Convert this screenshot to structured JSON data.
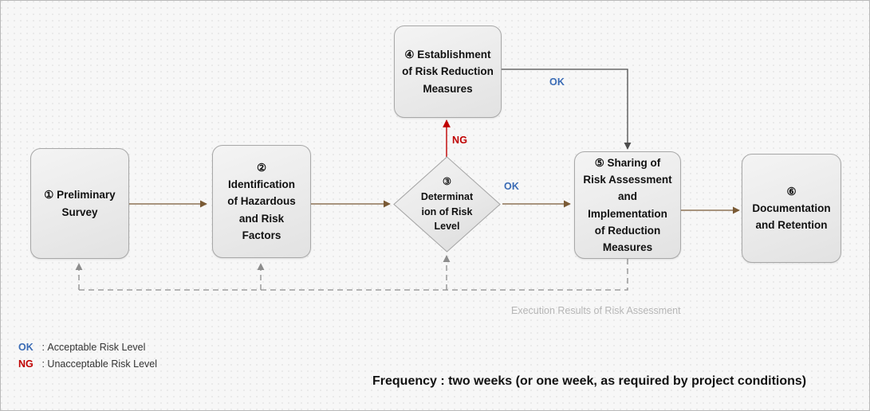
{
  "diagram": {
    "title": "Risk Assessment Process Flowchart",
    "colors": {
      "solid_arrow": "#7a5a35",
      "ok_line": "#4d4d4d",
      "ng_arrow": "#c00000",
      "dashed_feedback": "#8c8c8c",
      "ok_label": "#3a6bb5",
      "ng_label": "#c00000",
      "node_border": "#a8a8a8",
      "caption_gray": "#b6b6b6"
    },
    "nodes": [
      {
        "id": "node-1",
        "name": "preliminary-survey",
        "label": "① Preliminary\nSurvey",
        "shape": "rounded-rect"
      },
      {
        "id": "node-2",
        "name": "identification-of-hazardous-and-risk-factors",
        "label": "②\nIdentification\nof Hazardous\nand Risk\nFactors",
        "shape": "rounded-rect"
      },
      {
        "id": "node-3",
        "name": "determination-of-risk-level",
        "label": "③\nDeterminat\nion of Risk\nLevel",
        "shape": "diamond"
      },
      {
        "id": "node-4",
        "name": "establishment-of-risk-reduction-measures",
        "label": "④ Establishment\nof Risk Reduction\nMeasures",
        "shape": "rounded-rect"
      },
      {
        "id": "node-5",
        "name": "sharing-of-risk-assessment-and-implementation-of-reduction-measures",
        "label": "⑤ Sharing of\nRisk Assessment\nand\nImplementation\nof Reduction\nMeasures",
        "shape": "rounded-rect"
      },
      {
        "id": "node-6",
        "name": "documentation-and-retention",
        "label": "⑥\nDocumentation\nand Retention",
        "shape": "rounded-rect"
      }
    ],
    "edge_labels": {
      "ok_decision": "OK",
      "ng_decision": "NG",
      "ok_reduction": "OK"
    },
    "feedback_caption": "Execution Results of Risk Assessment",
    "legend": [
      {
        "code": "OK",
        "separator": " : ",
        "text": "Acceptable Risk Level"
      },
      {
        "code": "NG",
        "separator": " : ",
        "text": "Unacceptable Risk Level"
      }
    ],
    "frequency_note": "Frequency : two weeks (or one week, as required by project conditions)"
  }
}
